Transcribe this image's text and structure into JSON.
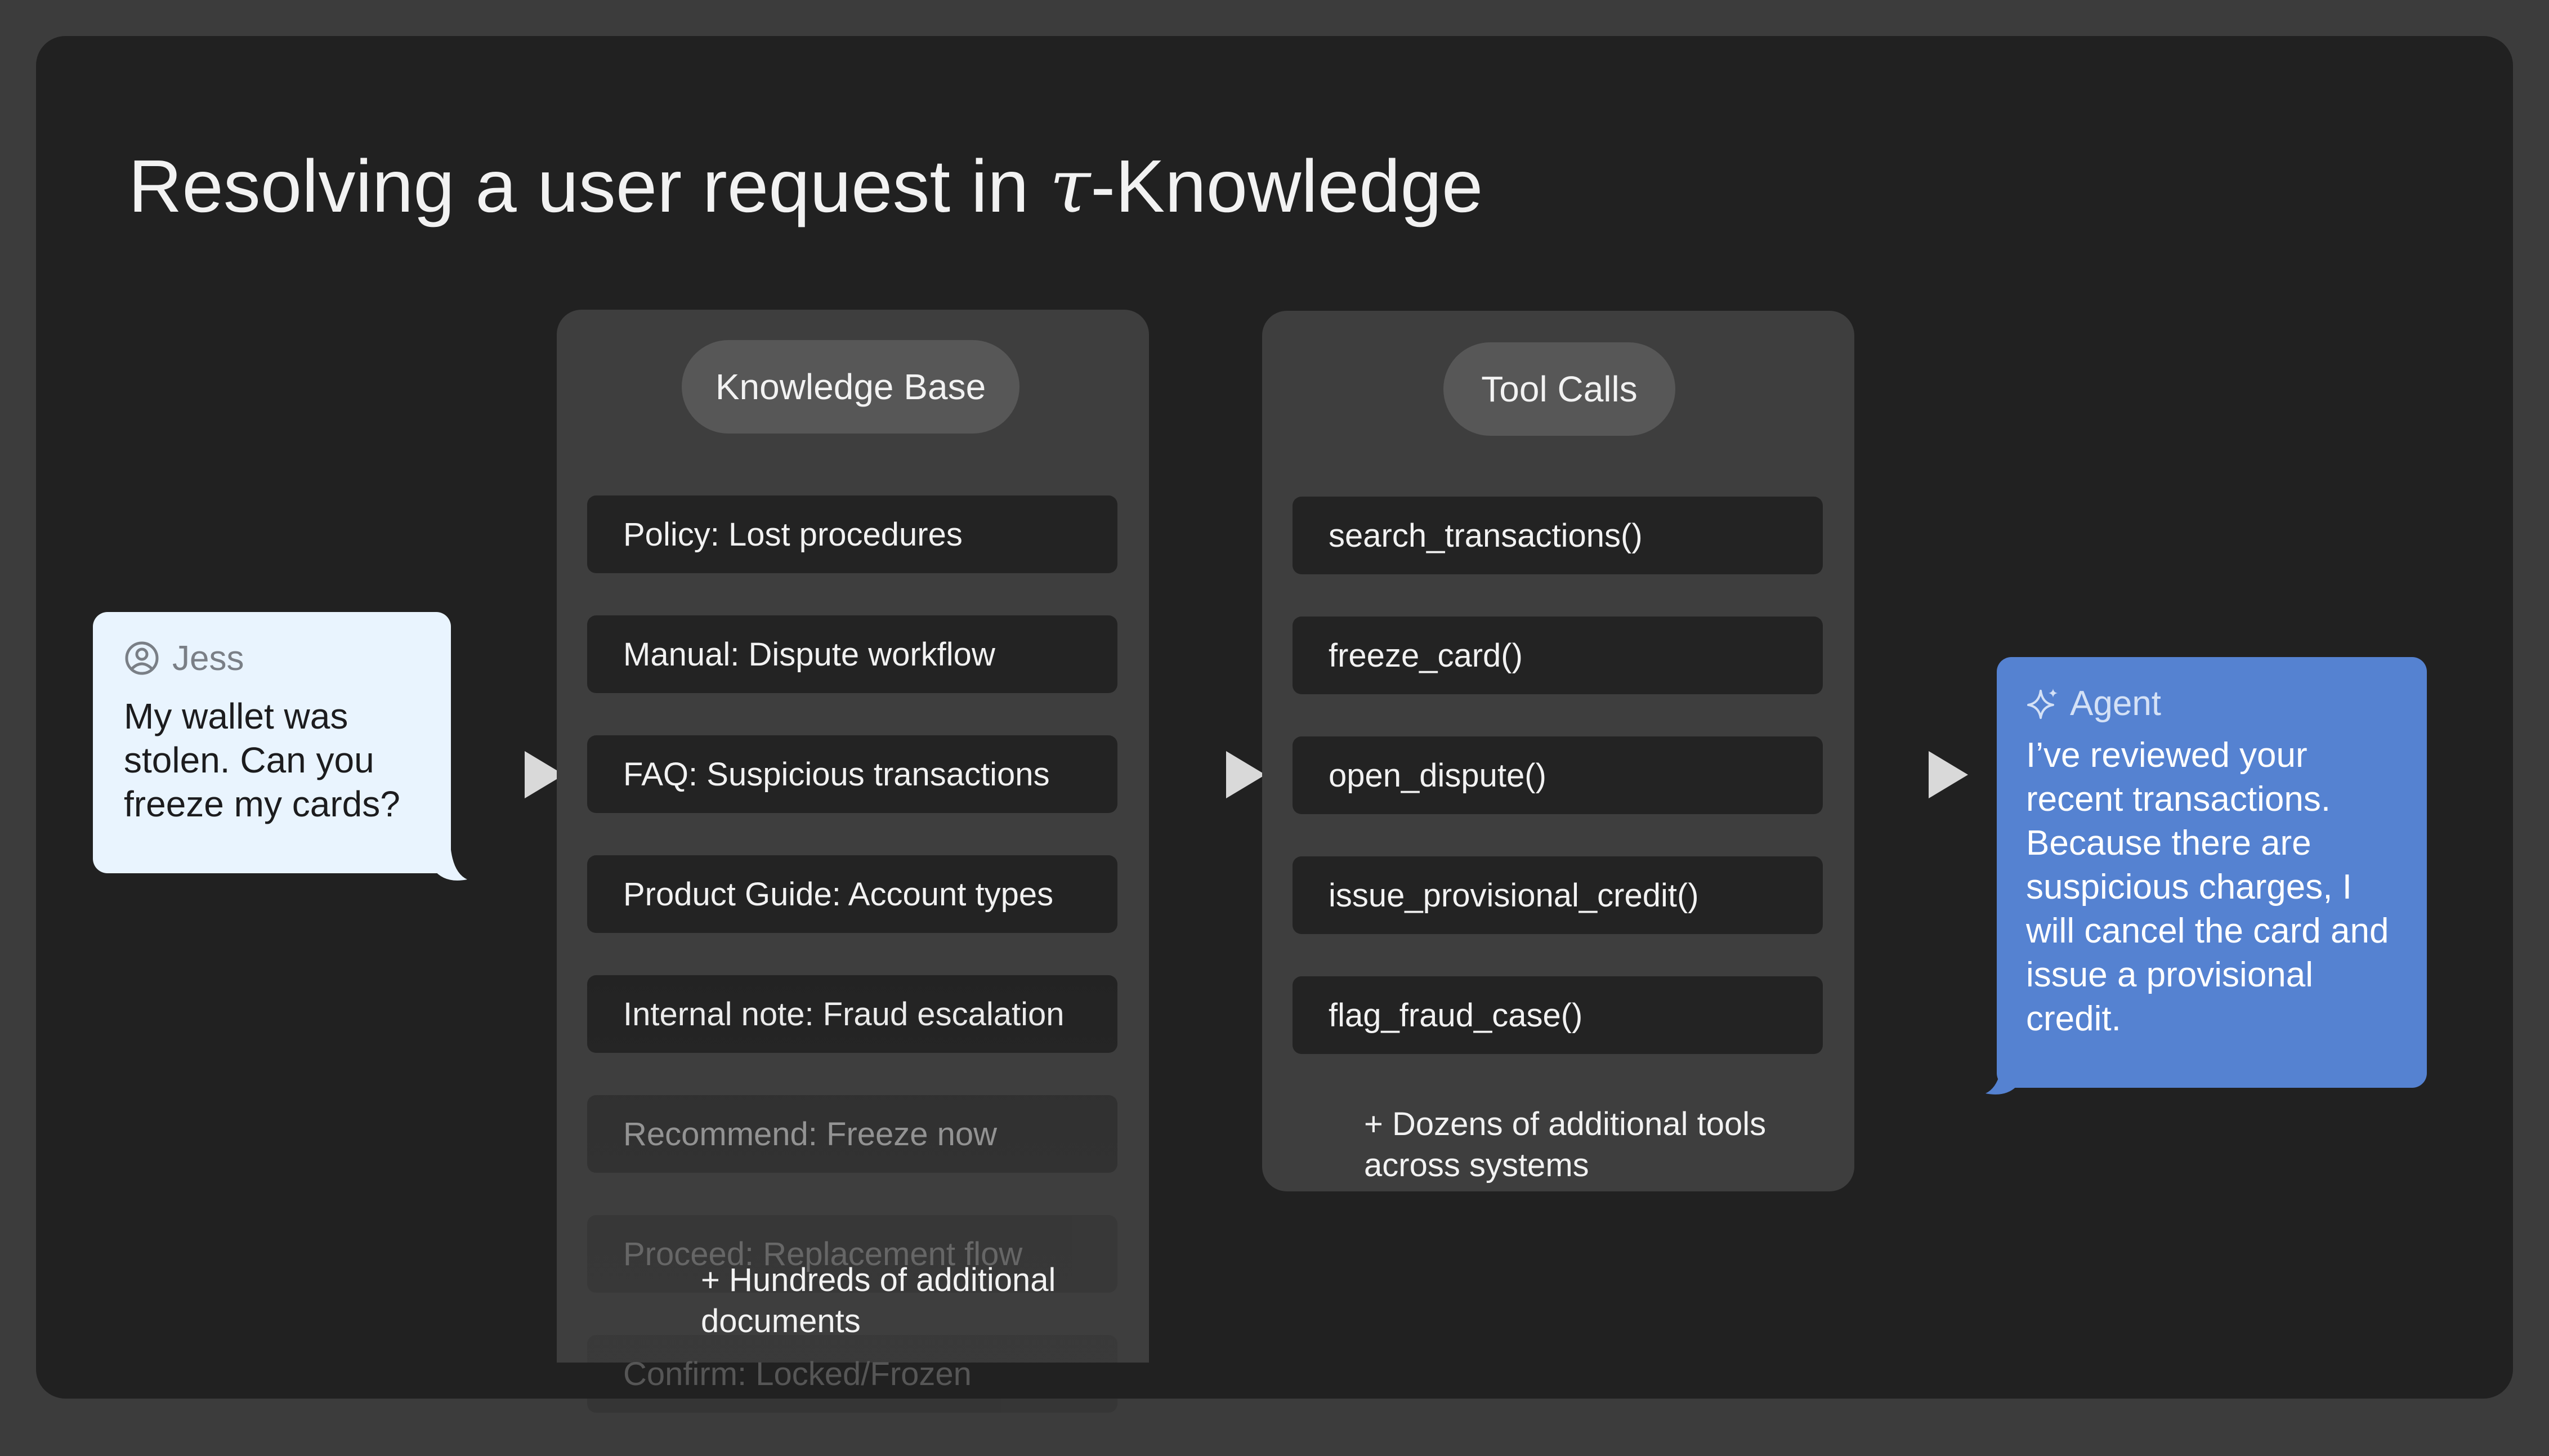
{
  "title": {
    "prefix": "Resolving a user request in ",
    "tau": "τ",
    "suffix": "-Knowledge"
  },
  "user": {
    "name": "Jess",
    "icon": "user-circle-icon",
    "message": "My wallet was stolen. Can you freeze my cards?"
  },
  "knowledge_base": {
    "label": "Knowledge Base",
    "items": [
      "Policy: Lost procedures",
      "Manual: Dispute workflow",
      "FAQ: Suspicious transactions",
      "Product Guide: Account types",
      "Internal note: Fraud escalation",
      "Recommend: Freeze now",
      "Proceed: Replacement flow",
      "Confirm: Locked/Frozen"
    ],
    "more": "+ Hundreds of additional documents"
  },
  "tool_calls": {
    "label": "Tool Calls",
    "items": [
      "search_transactions()",
      "freeze_card()",
      "open_dispute()",
      "issue_provisional_credit()",
      "flag_fraud_case()"
    ],
    "more": "+ Dozens of additional tools across systems"
  },
  "agent": {
    "name": "Agent",
    "icon": "sparkle-icon",
    "message": "I’ve reviewed your recent transactions. Because there are suspicious charges, I will cancel the card and issue a provisional credit."
  },
  "colors": {
    "background": "#3c3c3c",
    "panel": "#212121",
    "column": "#3e3e3e",
    "user_bubble": "#e9f4fe",
    "agent_bubble": "#5582d1"
  }
}
